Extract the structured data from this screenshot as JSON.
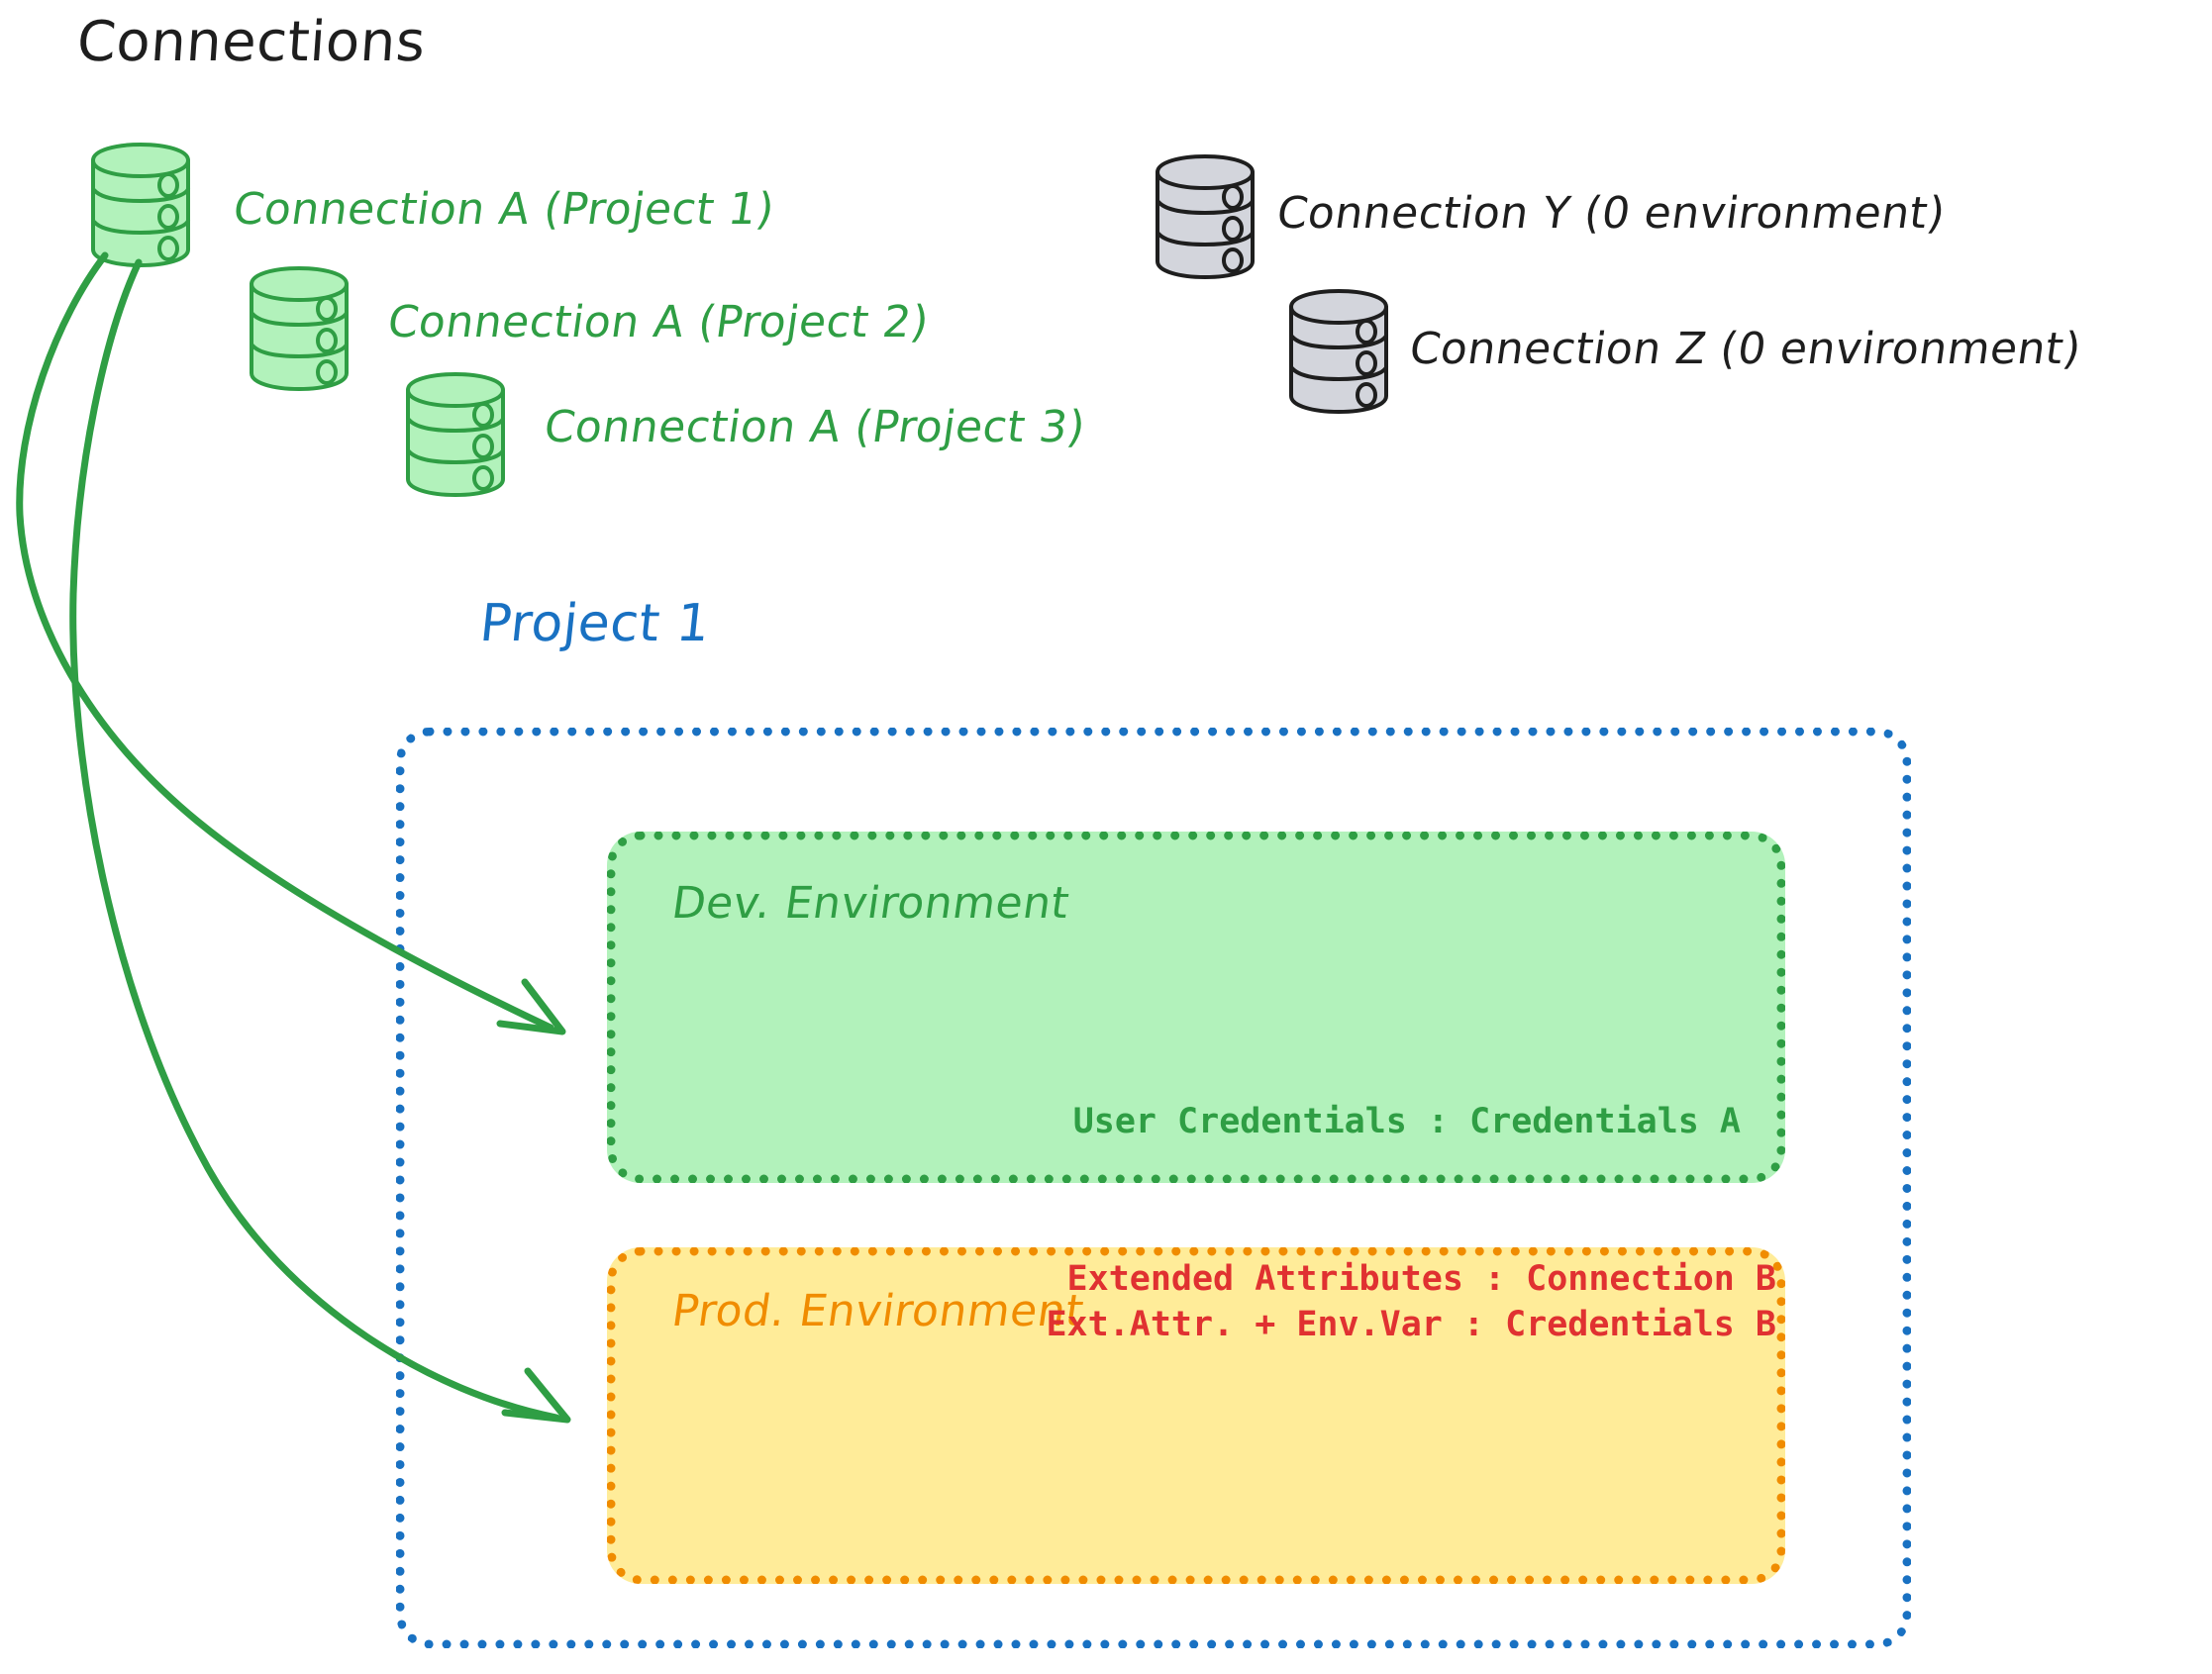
{
  "title": "Connections",
  "connections": {
    "green": [
      {
        "label": "Connection A (Project 1)",
        "icon": "database-icon",
        "color": "#2f9e44"
      },
      {
        "label": "Connection A (Project 2)",
        "icon": "database-icon",
        "color": "#2f9e44"
      },
      {
        "label": "Connection A (Project 3)",
        "icon": "database-icon",
        "color": "#2f9e44"
      }
    ],
    "gray": [
      {
        "label": "Connection Y (0 environment)",
        "icon": "database-icon",
        "color": "#1e1e1e"
      },
      {
        "label": "Connection Z (0 environment)",
        "icon": "database-icon",
        "color": "#1e1e1e"
      }
    ]
  },
  "project": {
    "title": "Project 1",
    "border_color": "#1971c2",
    "environments": [
      {
        "title": "Dev. Environment",
        "fill": "#b2f2bb",
        "border": "#2f9e44",
        "text_color": "#2f9e44",
        "lines": [
          "User Credentials : Credentials A"
        ]
      },
      {
        "title": "Prod. Environment",
        "fill": "#ffec99",
        "border": "#f08c00",
        "text_color": "#e03131",
        "lines": [
          "Extended Attributes : Connection B",
          "Ext.Attr. + Env.Var : Credentials B"
        ]
      }
    ]
  },
  "arrows": [
    {
      "name": "arrow-connection-a-to-dev",
      "color": "#2f9e44",
      "from": "Connection A (Project 1)",
      "to": "Dev. Environment"
    },
    {
      "name": "arrow-connection-a-to-prod",
      "color": "#2f9e44",
      "from": "Connection A (Project 1)",
      "to": "Prod. Environment"
    }
  ]
}
